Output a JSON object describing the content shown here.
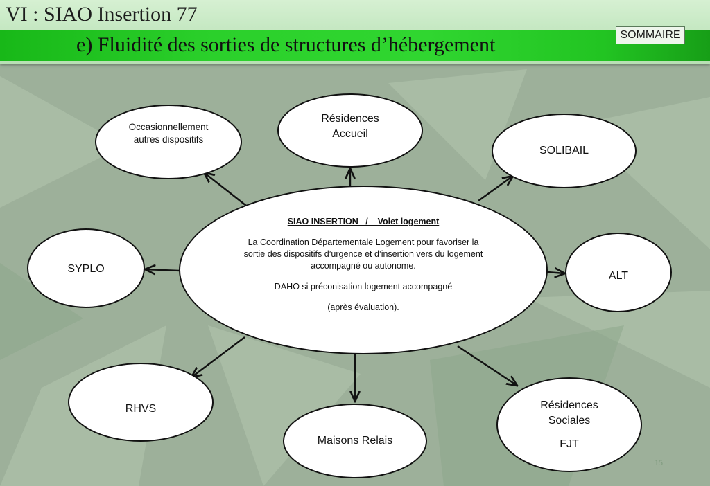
{
  "header": {
    "title": "VI : SIAO Insertion 77",
    "subtitle": "e) Fluidité des sorties de structures d’hébergement",
    "sommaire_label": "SOMMAIRE"
  },
  "diagram": {
    "center": {
      "heading": "SIAO INSERTION   /    Volet logement",
      "description": "La Coordination Départementale Logement pour favoriser la sortie des dispositifs d’urgence et d’insertion vers du logement accompagné ou autonome.",
      "daho": "DAHO si préconisation logement accompagné",
      "evaluation": "(après évaluation)."
    },
    "nodes": {
      "occasionnellement": [
        "Occasionnellement",
        "autres dispositifs"
      ],
      "residences_accueil": [
        "Résidences",
        "Accueil"
      ],
      "solibail": "SOLIBAIL",
      "syplo": "SYPLO",
      "alt": "ALT",
      "rhvs": "RHVS",
      "maisons_relais": "Maisons Relais",
      "residences_sociales": [
        "Résidences",
        "Sociales"
      ],
      "fjt": "FJT"
    }
  },
  "page_number": "15",
  "colors": {
    "background": "#9db09a",
    "band_green": "#2bd02b",
    "arrow": "#111111"
  }
}
